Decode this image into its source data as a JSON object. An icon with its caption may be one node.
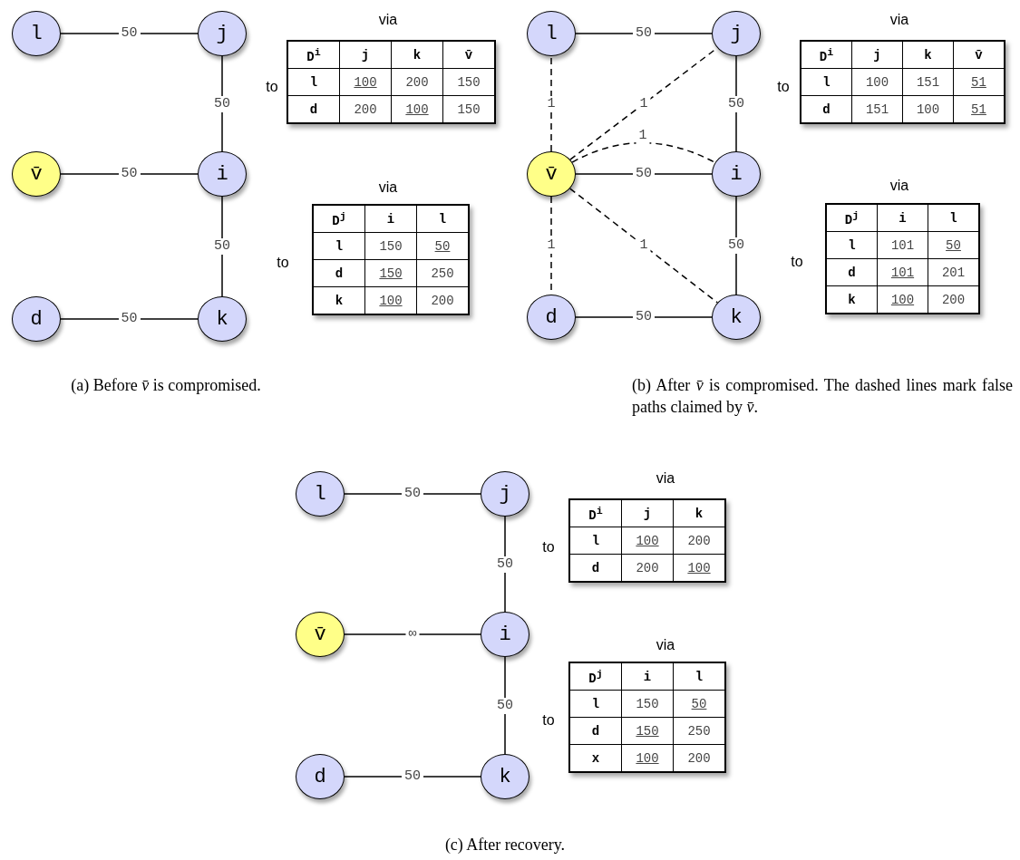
{
  "diagram": {
    "nodes": [
      {
        "text": [
          "l"
        ]
      },
      {
        "text": [
          "j"
        ]
      },
      {
        "text": [
          "v̄"
        ]
      },
      {
        "text": [
          "i"
        ]
      },
      {
        "text": [
          "d"
        ]
      },
      {
        "text": [
          "k"
        ]
      },
      {
        "text": [
          "l"
        ]
      },
      {
        "text": [
          "j"
        ]
      },
      {
        "text": [
          "v̄"
        ]
      },
      {
        "text": [
          "i"
        ]
      },
      {
        "text": [
          "d"
        ]
      },
      {
        "text": [
          "k"
        ]
      },
      {
        "text": [
          "l"
        ]
      },
      {
        "text": [
          "j"
        ]
      },
      {
        "text": [
          "v̄"
        ]
      },
      {
        "text": [
          "i"
        ]
      },
      {
        "text": [
          "d"
        ]
      },
      {
        "text": [
          "k"
        ]
      }
    ],
    "edges": [
      {
        "from": 0,
        "to": 1,
        "arrow": "none",
        "label": "50"
      },
      {
        "from": 1,
        "to": 3,
        "arrow": "none",
        "label": "50"
      },
      {
        "from": 2,
        "to": 3,
        "arrow": "none",
        "label": "50"
      },
      {
        "from": 3,
        "to": 5,
        "arrow": "none",
        "label": "50"
      },
      {
        "from": 4,
        "to": 5,
        "arrow": "none",
        "label": "50"
      },
      {
        "from": 6,
        "to": 7,
        "arrow": "none",
        "label": "50"
      },
      {
        "from": 7,
        "to": 9,
        "arrow": "none",
        "label": "50"
      },
      {
        "from": 8,
        "to": 9,
        "arrow": "none",
        "label": "50"
      },
      {
        "from": 9,
        "to": 11,
        "arrow": "none",
        "label": "50"
      },
      {
        "from": 10,
        "to": 11,
        "arrow": "none",
        "label": "50"
      },
      {
        "from": 8,
        "to": 6,
        "arrow": "none",
        "label": "1",
        "style": "dashed"
      },
      {
        "from": 8,
        "to": 7,
        "arrow": "none",
        "label": "1",
        "style": "dashed"
      },
      {
        "from": 8,
        "to": 9,
        "arrow": "none",
        "label": "1",
        "style": "dashed"
      },
      {
        "from": 8,
        "to": 10,
        "arrow": "none",
        "label": "1",
        "style": "dashed"
      },
      {
        "from": 8,
        "to": 11,
        "arrow": "none",
        "label": "1",
        "style": "dashed"
      },
      {
        "from": 12,
        "to": 13,
        "arrow": "none",
        "label": "50"
      },
      {
        "from": 13,
        "to": 15,
        "arrow": "none",
        "label": "50"
      },
      {
        "from": 14,
        "to": 15,
        "arrow": "none",
        "label": "∞"
      },
      {
        "from": 15,
        "to": 17,
        "arrow": "none",
        "label": "50"
      },
      {
        "from": 16,
        "to": 17,
        "arrow": "none",
        "label": "50"
      }
    ],
    "labels": [
      "via",
      "to",
      "D$^{i}$",
      "j",
      "k",
      "v̄",
      "l",
      "100",
      "200",
      "150",
      "d",
      "200",
      "100",
      "150",
      "via",
      "to",
      "D$^{j}$",
      "i",
      "l",
      "l",
      "150",
      "50",
      "d",
      "150",
      "250",
      "k",
      "100",
      "200",
      "via",
      "to",
      "D$^{i}$",
      "j",
      "k",
      "v̄",
      "l",
      "100",
      "151",
      "51",
      "d",
      "151",
      "100",
      "51",
      "via",
      "to",
      "D$^{j}$",
      "i",
      "l",
      "l",
      "101",
      "50",
      "d",
      "101",
      "201",
      "k",
      "100",
      "200",
      "(a) Before *v̄* is compromised.",
      "(b) After *v̄* is compromised. The dashed lines mark false paths claimed by *v̄*.",
      "via",
      "to",
      "D$^{i}$",
      "j",
      "k",
      "l",
      "100",
      "200",
      "d",
      "200",
      "100",
      "via",
      "to",
      "D$^{j}$",
      "i",
      "l",
      "l",
      "150",
      "50",
      "d",
      "150",
      "250",
      "x",
      "100",
      "200",
      "(c) After recovery."
    ]
  }
}
